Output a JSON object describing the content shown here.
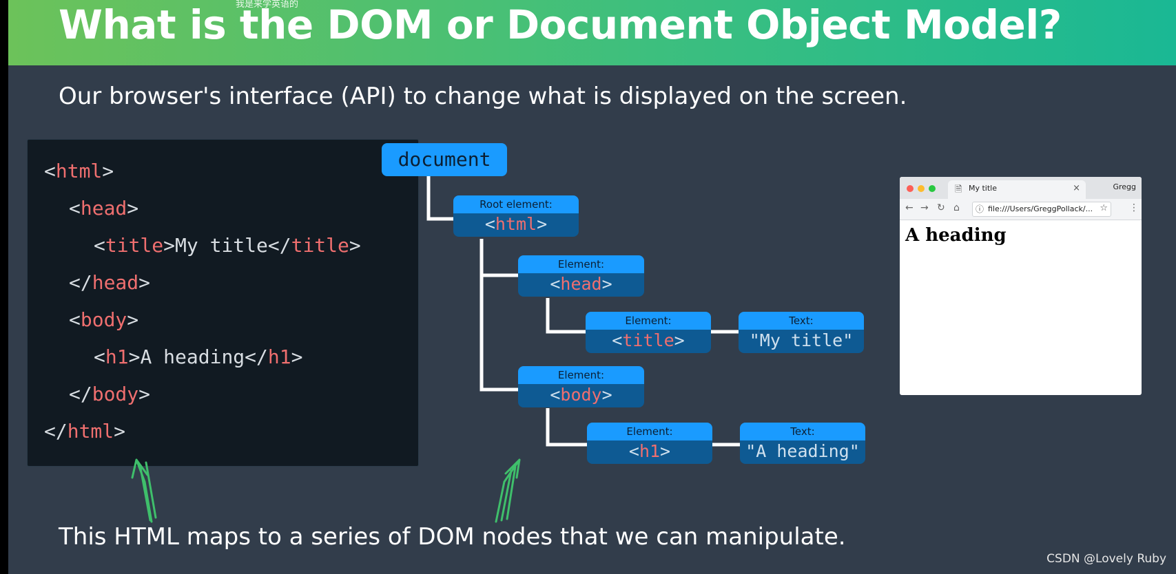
{
  "slide": {
    "title": "What is the DOM or Document Object Model?",
    "overlay_text": "我是来学英语的",
    "subtitle": "Our browser's interface (API) to change what is displayed on the screen.",
    "footer": "This HTML maps to a series of DOM nodes that we can manipulate.",
    "watermark": "CSDN @Lovely Ruby"
  },
  "code": {
    "lines": [
      {
        "open": "<",
        "tag": "html",
        "close": ">",
        "text": "",
        "open2": "",
        "tag2": "",
        "close2": ""
      },
      {
        "open": "<",
        "tag": "head",
        "close": ">",
        "text": "",
        "open2": "",
        "tag2": "",
        "close2": ""
      },
      {
        "open": "<",
        "tag": "title",
        "close": ">",
        "text": "My title",
        "open2": "</",
        "tag2": "title",
        "close2": ">"
      },
      {
        "open": "</",
        "tag": "head",
        "close": ">",
        "text": "",
        "open2": "",
        "tag2": "",
        "close2": ""
      },
      {
        "open": "<",
        "tag": "body",
        "close": ">",
        "text": "",
        "open2": "",
        "tag2": "",
        "close2": ""
      },
      {
        "open": "<",
        "tag": "h1",
        "close": ">",
        "text": "A heading",
        "open2": "</",
        "tag2": "h1",
        "close2": ">"
      },
      {
        "open": "</",
        "tag": "body",
        "close": ">",
        "text": "",
        "open2": "",
        "tag2": "",
        "close2": ""
      },
      {
        "open": "</",
        "tag": "html",
        "close": ">",
        "text": "",
        "open2": "",
        "tag2": "",
        "close2": ""
      }
    ]
  },
  "tree": {
    "document": "document",
    "nodes": [
      {
        "label": "Root element:",
        "open": "<",
        "tag": "html",
        "close": ">"
      },
      {
        "label": "Element:",
        "open": "<",
        "tag": "head",
        "close": ">"
      },
      {
        "label": "Element:",
        "open": "<",
        "tag": "title",
        "close": ">"
      },
      {
        "label": "Text:",
        "open": "",
        "tag": "",
        "close": "\"My title\""
      },
      {
        "label": "Element:",
        "open": "<",
        "tag": "body",
        "close": ">"
      },
      {
        "label": "Element:",
        "open": "<",
        "tag": "h1",
        "close": ">"
      },
      {
        "label": "Text:",
        "open": "",
        "tag": "",
        "close": "\"A heading\""
      }
    ]
  },
  "browser": {
    "tab_title": "My title",
    "tab_close": "×",
    "profile": "Gregg",
    "url": "file:///Users/GreggPollack/...",
    "heading": "A heading",
    "icons": [
      "back-icon",
      "forward-icon",
      "reload-icon",
      "home-icon",
      "info-icon",
      "star-icon",
      "menu-icon",
      "page-icon"
    ]
  },
  "colors": {
    "banner_start": "#6cc25a",
    "banner_end": "#1ab894",
    "slide_bg": "#323d4b",
    "code_bg": "#111a22",
    "tag_red": "#ef6f6f",
    "node_light": "#1a9bff",
    "node_dark": "#0e5a93",
    "arrow_green": "#3fbf6b"
  }
}
